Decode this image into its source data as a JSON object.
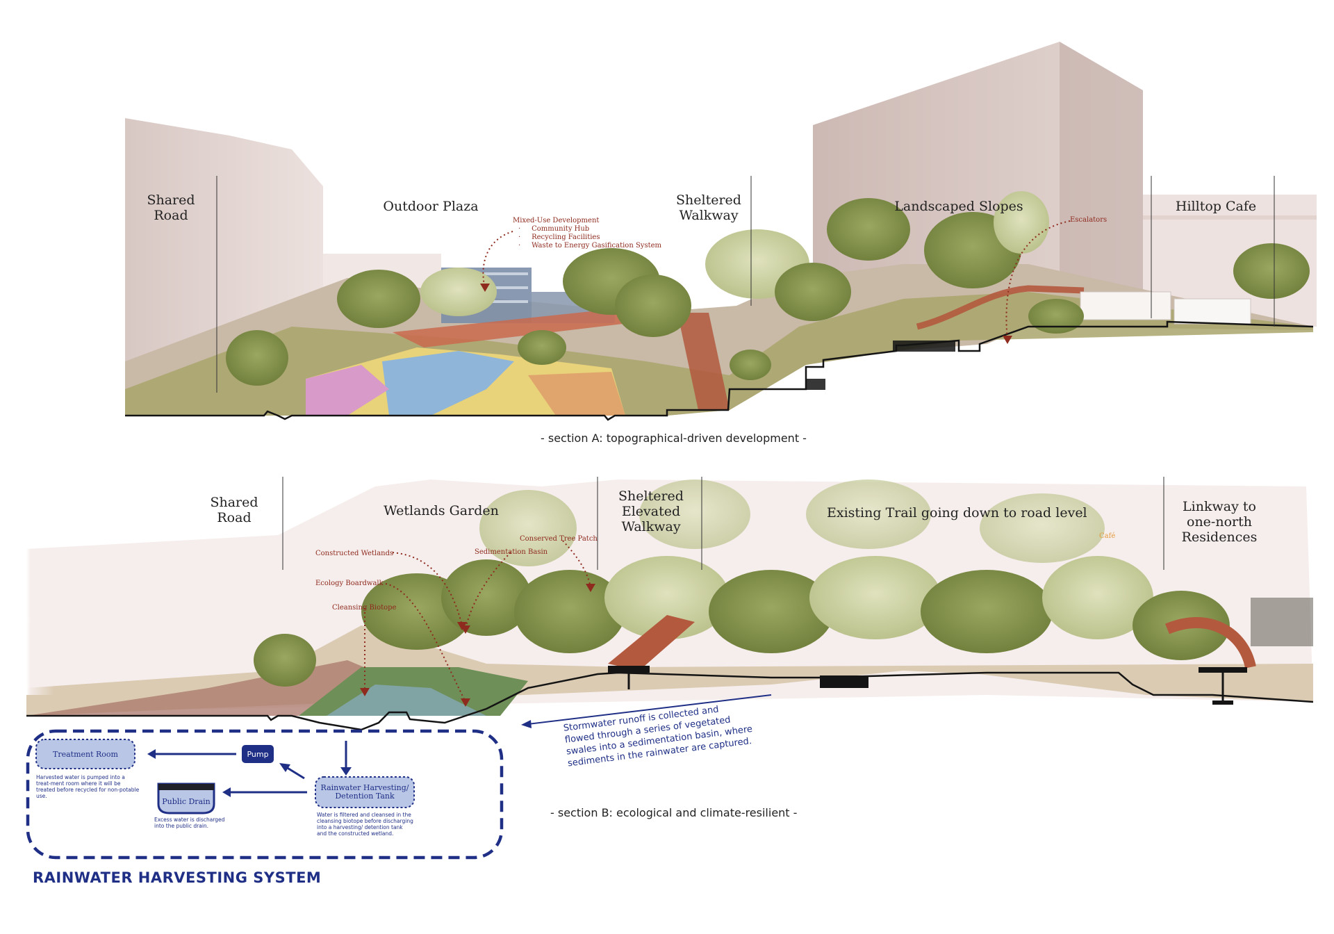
{
  "section_a": {
    "zones": {
      "shared_road": "Shared\nRoad",
      "outdoor_plaza": "Outdoor Plaza",
      "sheltered_walkway": "Sheltered\nWalkway",
      "landscaped_slopes": "Landscaped Slopes",
      "hilltop_cafe": "Hilltop Cafe"
    },
    "annotations": {
      "mixed_use_title": "Mixed-Use Development",
      "mixed_use_items": [
        "Community Hub",
        "Recycling Facilities",
        "Waste to Energy Gasification System"
      ],
      "escalators": "Escalators"
    },
    "caption": "- section A: topographical-driven development -"
  },
  "section_b": {
    "zones": {
      "shared_road": "Shared\nRoad",
      "wetlands_garden": "Wetlands Garden",
      "sheltered_elevated_walkway": "Sheltered\nElevated\nWalkway",
      "existing_trail": "Existing Trail going down to road level",
      "linkway": "Linkway to\none-north\nResidences"
    },
    "annotations": {
      "conserved_tree_patch": "Conserved Tree Patch",
      "constructed_wetlands": "Constructed Wetlands",
      "sedimentation_basin": "Sedimentation Basin",
      "ecology_boardwalk": "Ecology Boardwalk",
      "cleansing_biotope": "Cleansing Biotope",
      "cafe": "Café"
    },
    "stormwater_note": "Stormwater runoff is collected and flowed through a series of vegetated swales into a sedimentation basin, where sediments in the rainwater are captured.",
    "caption": "- section B: ecological and climate-resilient -"
  },
  "rainwater_system": {
    "title": "RAINWATER HARVESTING SYSTEM",
    "treatment_room": "Treatment Room",
    "treatment_note": "Harvested water is pumped into a treat-ment room where it will be treated before recycled for non-potable use.",
    "pump": "Pump",
    "public_drain": "Public Drain",
    "drain_note": "Excess water is discharged into the public drain.",
    "tank": "Rainwater Harvesting/ Detention Tank",
    "tank_note": "Water is filtered and cleansed in the cleansing biotope before discharging into a harvesting/ detention tank and the constructed wetland."
  },
  "colors": {
    "annotation": "#8e2a1e",
    "system_blue": "#1f2f86",
    "box_fill": "#b9c6e6",
    "pump_fill": "#1f2f86"
  }
}
